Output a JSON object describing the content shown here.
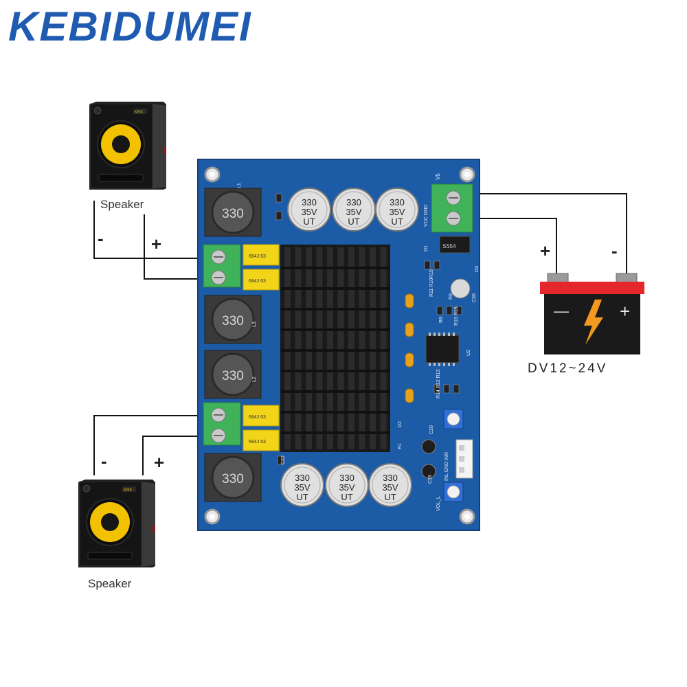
{
  "brand": {
    "name": "kebidumei"
  },
  "speaker_top": {
    "label": "Speaker",
    "minus": "-",
    "plus": "+",
    "brand_mark": "KRK"
  },
  "speaker_bottom": {
    "label": "Speaker",
    "minus": "-",
    "plus": "+",
    "brand_mark": "KRK"
  },
  "battery": {
    "plus": "+",
    "minus": "-",
    "voltage": "DV12~24V",
    "terminal_minus": "—",
    "terminal_plus": "+",
    "icon": "lightning-bolt-icon",
    "body_color": "#1a1a1a",
    "top_color": "#e5262a"
  },
  "board": {
    "color": "#1c5ba6",
    "inductors": [
      "330",
      "330",
      "330",
      "330"
    ],
    "top_caps": [
      [
        "330",
        "35V",
        "UT"
      ],
      [
        "330",
        "35V",
        "UT"
      ],
      [
        "330",
        "35V",
        "UT"
      ]
    ],
    "bottom_caps": [
      [
        "330",
        "35V",
        "UT"
      ],
      [
        "330",
        "35V",
        "UT"
      ],
      [
        "330",
        "35V",
        "UT"
      ]
    ],
    "film_caps": [
      "684J 63",
      "684J 63",
      "684J 63",
      "684J 63"
    ],
    "silk": [
      "V5",
      "VCC GND",
      "SS54",
      "D1",
      "D3",
      "R11 R10R15",
      "R9",
      "R8",
      "C36",
      "R16 R15",
      "U2",
      "R14 R12 R13",
      "C20",
      "C19",
      "VOL_L",
      "INL GND INR",
      "D2",
      "R1",
      "L1",
      "L2",
      "L3",
      "C22"
    ]
  }
}
